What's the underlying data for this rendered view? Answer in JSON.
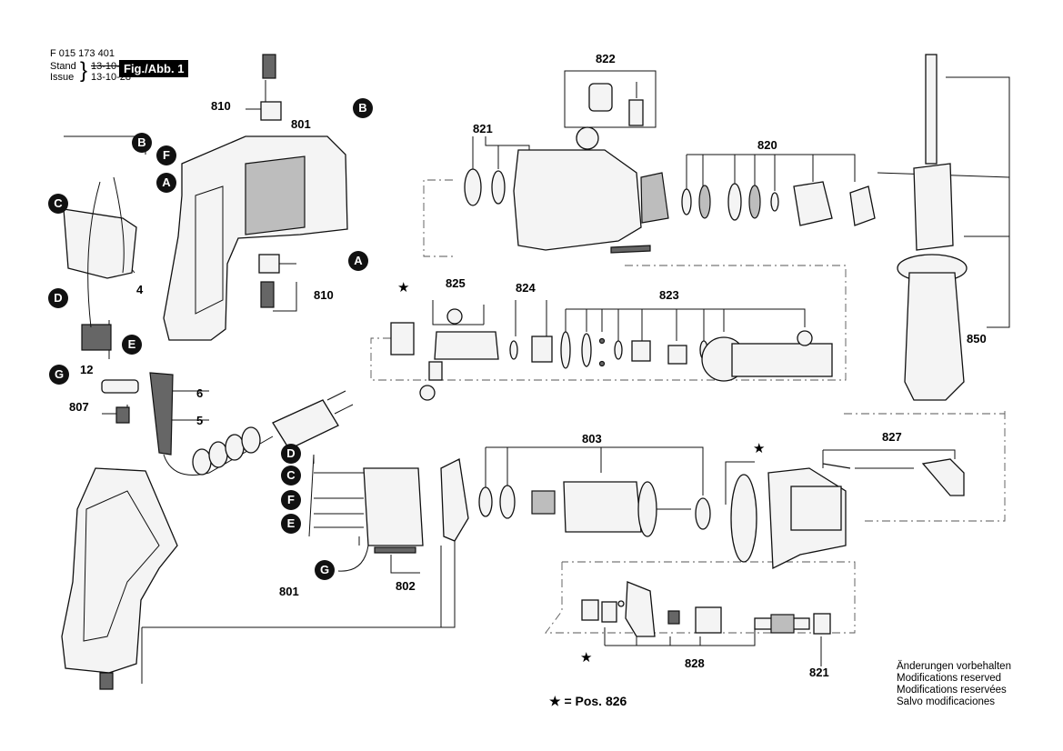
{
  "header": {
    "doc_number": "F 015 173 401",
    "stand_label": "Stand",
    "issue_label": "Issue",
    "stand_date_old": "13-10-25",
    "issue_date": "13-10-28",
    "fig_label": "Fig./Abb. 1"
  },
  "connection_markers": {
    "A": "A",
    "B": "B",
    "C": "C",
    "D": "D",
    "E": "E",
    "F": "F",
    "G": "G"
  },
  "part_labels": {
    "p801_top": "801",
    "p801_bottom": "801",
    "p802": "802",
    "p803": "803",
    "p807": "807",
    "p810_top": "810",
    "p810_bottom": "810",
    "p820": "820",
    "p821_top": "821",
    "p821_bottom": "821",
    "p822": "822",
    "p823": "823",
    "p824": "824",
    "p825": "825",
    "p827": "827",
    "p828": "828",
    "p850": "850",
    "p4": "4",
    "p5": "5",
    "p6": "6",
    "p12": "12"
  },
  "star_symbol": "★",
  "legend": "★ = Pos. 826",
  "footer": {
    "line1": "Änderungen vorbehalten",
    "line2": "Modifications reserved",
    "line3": "Modifications reservées",
    "line4": "Salvo modificaciones"
  }
}
